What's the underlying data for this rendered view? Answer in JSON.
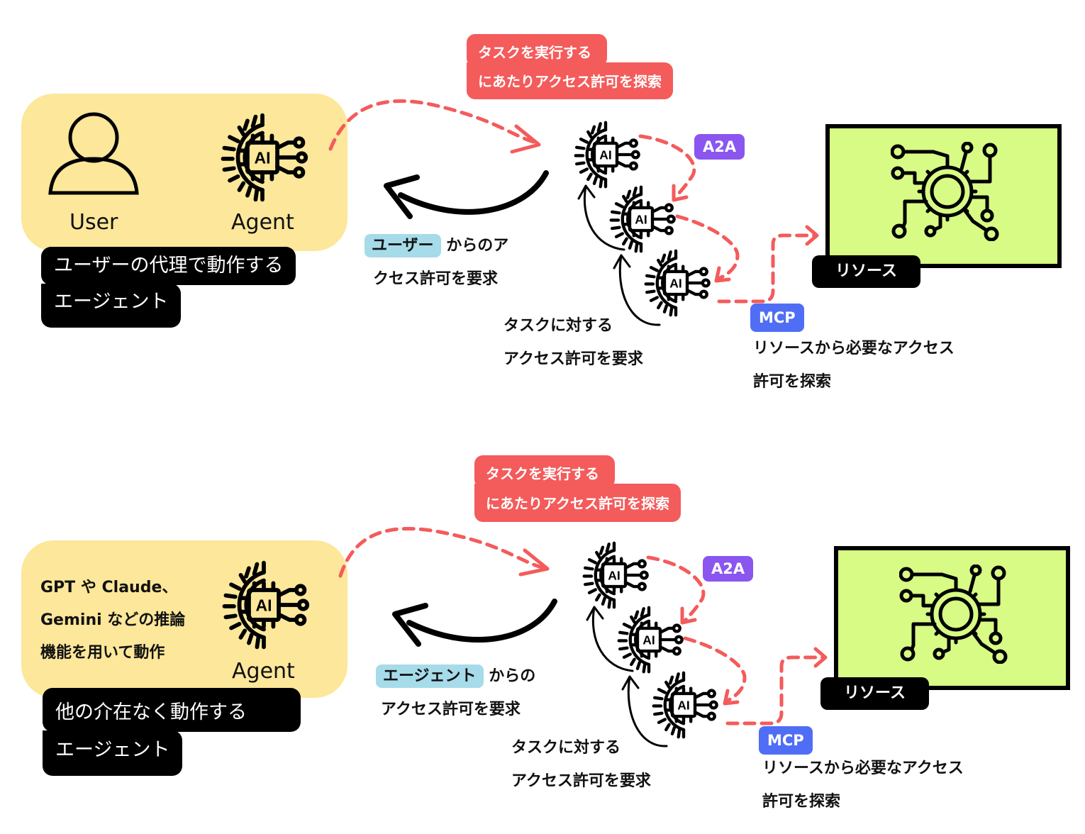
{
  "colors": {
    "panel": "#fce79a",
    "red": "#f45b5b",
    "a2a": "#8b55f0",
    "mcp": "#4f6ef5",
    "highlight": "#a6dbe9",
    "screen": "#d7fb84"
  },
  "top": {
    "user_label": "User",
    "agent_label": "Agent",
    "desc_line1": "ユーザーの代理で動作する",
    "desc_line2": "エージェント",
    "search_line1": "タスクを実行する",
    "search_line2": "にあたりアクセス許可を探索",
    "request_highlight": "ユーザー",
    "request_line1_rest": "からのア",
    "request_line2": "クセス許可を要求",
    "task_line1": "タスクに対する",
    "task_line2": "アクセス許可を要求",
    "a2a": "A2A",
    "mcp": "MCP",
    "resource": "リソース",
    "mcp_line1": "リソースから必要なアクセス",
    "mcp_line2": "許可を探索"
  },
  "bottom": {
    "agent_label": "Agent",
    "model_line1": "GPT や Claude、",
    "model_line2": "Gemini などの推論",
    "model_line3": "機能を用いて動作",
    "desc_line1": "他の介在なく動作する",
    "desc_line2": "エージェント",
    "search_line1": "タスクを実行する",
    "search_line2": "にあたりアクセス許可を探索",
    "request_highlight": "エージェント",
    "request_line1_rest": "からの",
    "request_line2": "アクセス許可を要求",
    "task_line1": "タスクに対する",
    "task_line2": "アクセス許可を要求",
    "a2a": "A2A",
    "mcp": "MCP",
    "resource": "リソース",
    "mcp_line1": "リソースから必要なアクセス",
    "mcp_line2": "許可を探索"
  }
}
